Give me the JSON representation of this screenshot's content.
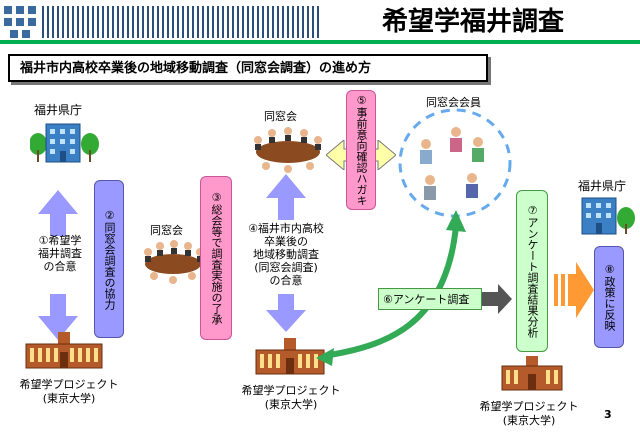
{
  "header": {
    "title": "希望学福井調査",
    "subtitle": "福井市内高校卒業後の地域移動調査（同窓会調査）の進め方"
  },
  "nodes": {
    "fukui_pref_left": "福井県庁",
    "fukui_pref_right": "福井県庁",
    "step1": [
      "①希望学",
      "福井調査",
      "の合意"
    ],
    "step2": "②同窓会調査の協力",
    "doso_mid_label": "同窓会",
    "step3": "③総会等で調査実施の了承",
    "step4": [
      "④福井市内高校",
      "卒業後の",
      "地域移動調査",
      "(同窓会調査)",
      "の合意"
    ],
    "doso_top_label": "同窓会",
    "step5": "⑤事前意向確認ハガキ",
    "members_label": "同窓会会員",
    "step6": "⑥アンケート調査",
    "step7": "⑦アンケート調査結果分析",
    "step8": "⑧政策に反映",
    "project_left": [
      "希望学プロジェクト",
      "(東京大学)"
    ],
    "project_mid": [
      "希望学プロジェクト",
      "(東京大学)"
    ],
    "project_right": [
      "希望学プロジェクト",
      "(東京大学)"
    ]
  },
  "page_number": "3",
  "colors": {
    "title_underline": "#00b050",
    "arrow_violet": "#9999ff",
    "box_blue": "#9999ff",
    "box_pink": "#ff99cc",
    "box_green": "#ccffcc",
    "arrow_green": "#33aa55",
    "arrow_orange": "#ff9933"
  }
}
